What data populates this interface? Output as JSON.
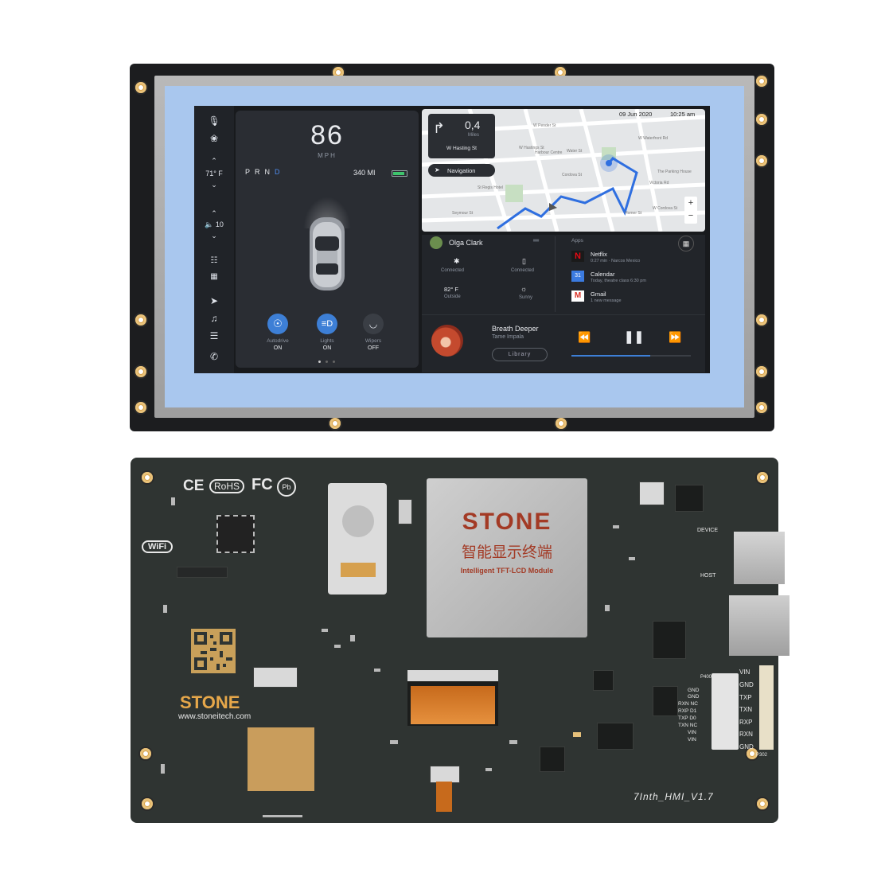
{
  "screen": {
    "speed": "86",
    "speed_unit": "MPH",
    "gears": [
      "P",
      "R",
      "N",
      "D"
    ],
    "range": "340 MI",
    "temperature": "71° F",
    "volume": "10",
    "toggles": [
      {
        "label": "Autodrive",
        "state": "ON",
        "icon": "steering-icon"
      },
      {
        "label": "Lights",
        "state": "ON",
        "icon": "headlight-icon"
      },
      {
        "label": "Wipers",
        "state": "OFF",
        "icon": "wiper-icon"
      }
    ],
    "status_date": "09 Jun 2020",
    "status_time": "10:25 am",
    "nav": {
      "distance": "0,4",
      "distance_unit": "Miles",
      "street": "W Hasting St",
      "button": "Navigation"
    },
    "map_streets": [
      "W Pender St",
      "W Hastings St",
      "Harbour Centre",
      "Water St",
      "W Waterfront Rd",
      "Cordova St",
      "The Parking House",
      "St Regis Hotel",
      "Seymour St",
      "Homer St",
      "W Cordova St",
      "Victoria Rd"
    ],
    "profile_name": "Olga Clark",
    "quick": [
      {
        "icon": "bluetooth-icon",
        "label": "Connected"
      },
      {
        "icon": "phone-icon",
        "label": "Connected"
      },
      {
        "value": "82° F",
        "label": "Outside"
      },
      {
        "icon": "weather-icon",
        "label": "Sunny"
      }
    ],
    "apps_title": "Apps",
    "apps": [
      {
        "name": "Netflix",
        "detail": "0:27 min · Narcos Mexico",
        "color": "#e50914",
        "glyph": "N"
      },
      {
        "name": "Calendar",
        "detail": "Today, theatre class 6:30 pm",
        "color": "#3b7be0",
        "glyph": "31"
      },
      {
        "name": "Gmail",
        "detail": "1 new message",
        "color": "#ffffff",
        "glyph": "M"
      }
    ],
    "music": {
      "title": "Breath Deeper",
      "artist": "Tame Impala",
      "button": "Library"
    }
  },
  "pcb": {
    "certs": [
      "CE",
      "RoHS",
      "FC",
      "Pb"
    ],
    "wifi": "WiFi",
    "chip_brand": "STONE",
    "chip_chinese": "智能显示终端",
    "chip_subtitle": "Intelligent TFT-LCD Module",
    "brand": "STONE",
    "website": "www.stoneitech.com",
    "version": "7Inth_HMI_V1.7",
    "pins_right": [
      "VIN",
      "GND",
      "TXP",
      "TXN",
      "RXP",
      "RXN",
      "GND"
    ],
    "pins_left": [
      "GND",
      "GND",
      "RXN NC",
      "RXP D1",
      "TXP D0",
      "TXN NC",
      "VIN",
      "VIN"
    ],
    "port_labels": [
      "DEVICE",
      "HOST",
      "P400",
      "P302"
    ]
  },
  "colors": {
    "accent": "#3d7fd6",
    "screen_bg": "#181a1d",
    "glass": "#a9c7ee",
    "pcb": "#2f3432",
    "gold": "#c79a4a"
  }
}
